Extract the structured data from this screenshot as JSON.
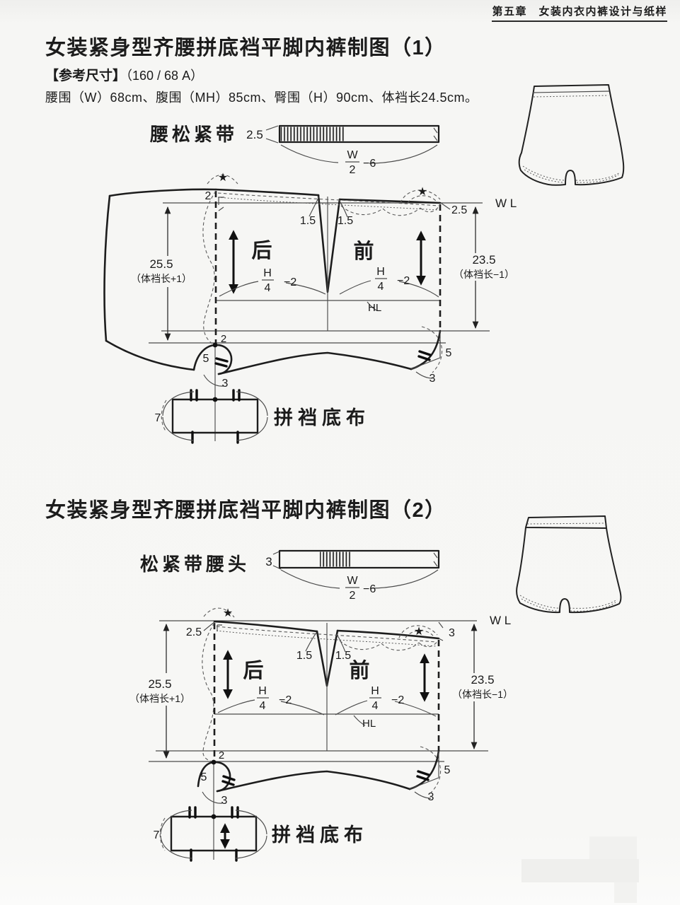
{
  "page": {
    "header": "第五章　女装内衣内裤设计与纸样"
  },
  "s1": {
    "title": "女装紧身型齐腰拼底裆平脚内裤制图（1）",
    "ref_bold": "【参考尺寸】",
    "ref_rest": "（160 / 68 A）",
    "measurements": "腰围（W）68cm、腹围（MH）85cm、臀围（H）90cm、体裆长24.5cm。",
    "band": {
      "label": "腰松紧带",
      "height": "2.5",
      "w": "W",
      "den": "2",
      "minus": "−6"
    },
    "d": {
      "wl": "W L",
      "hl": "HL",
      "back": "后",
      "front": "前",
      "dimL": "25.5",
      "dimLsub": "（体裆长+1）",
      "dimR": "23.5",
      "dimRsub": "（体裆长−1）",
      "topL": "2",
      "topR": "2.5",
      "dart1": "1.5",
      "dart2": "1.5",
      "fh": "H",
      "f4": "4",
      "fm": "−2",
      "c2": "2",
      "c5": "5",
      "c3": "3",
      "leg5": "5",
      "leg3": "3",
      "g7": "7",
      "gusset": "拼裆底布",
      "star": "★"
    }
  },
  "s2": {
    "title": "女装紧身型齐腰拼底裆平脚内裤制图（2）",
    "band": {
      "label": "松紧带腰头",
      "height": "3",
      "w": "W",
      "den": "2",
      "minus": "−6"
    },
    "d": {
      "wl": "W L",
      "hl": "HL",
      "back": "后",
      "front": "前",
      "dimL": "25.5",
      "dimLsub": "（体裆长+1）",
      "dimR": "23.5",
      "dimRsub": "（体裆长−1）",
      "topL": "2.5",
      "topR": "3",
      "dart1": "1.5",
      "dart2": "1.5",
      "fh": "H",
      "f4": "4",
      "fm": "−2",
      "c2": "2",
      "c5": "5",
      "c3": "3",
      "leg5": "5",
      "leg3": "3",
      "g7": "7",
      "gusset": "拼裆底布",
      "star": "★"
    }
  }
}
